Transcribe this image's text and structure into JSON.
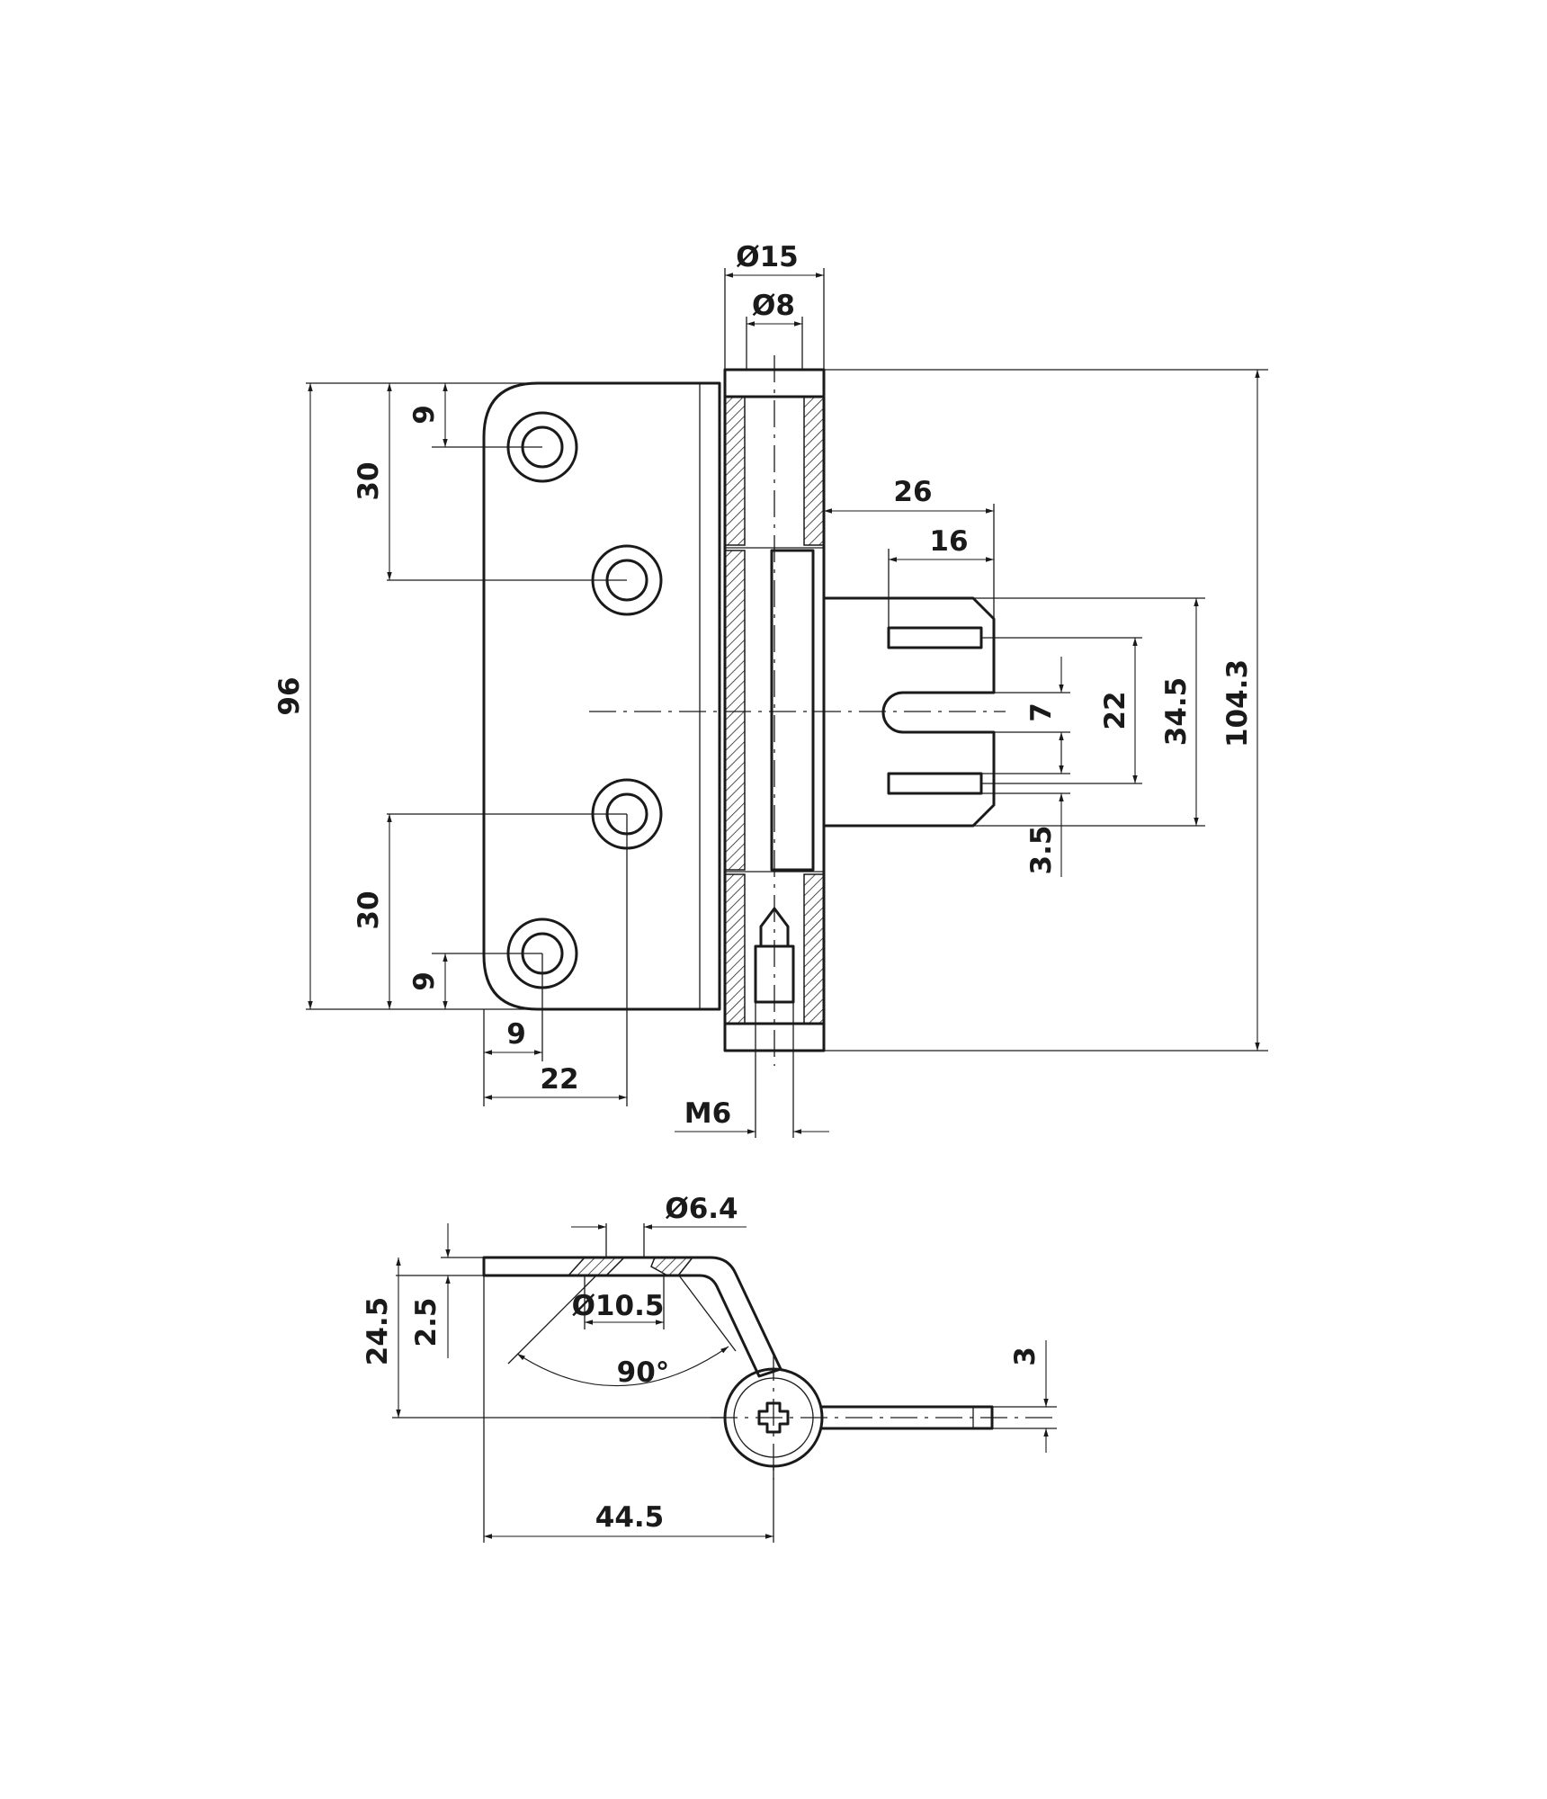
{
  "dimensions": {
    "d_outer_knuckle": "Ø15",
    "d_pin": "Ø8",
    "thread": "M6",
    "knuckle_to_pin": "26",
    "knuckle_to_slot": "16",
    "hole_edge_top": "9",
    "hole_pitch_top": "30",
    "leaf_height": "96",
    "hole_pitch_bottom": "30",
    "hole_edge_bottom": "9",
    "hole_x_outer": "9",
    "hole_x_inner": "22",
    "slot_width": "7",
    "slot_pitch": "22",
    "flag_height": "34.5",
    "overall_height": "104.3",
    "slot_height": "3.5",
    "csk_small": "Ø6.4",
    "csk_large": "Ø10.5",
    "csk_angle": "90°",
    "leaf_thickness": "2.5",
    "offset_height": "24.5",
    "flag_thickness": "3",
    "overall_width": "44.5"
  }
}
